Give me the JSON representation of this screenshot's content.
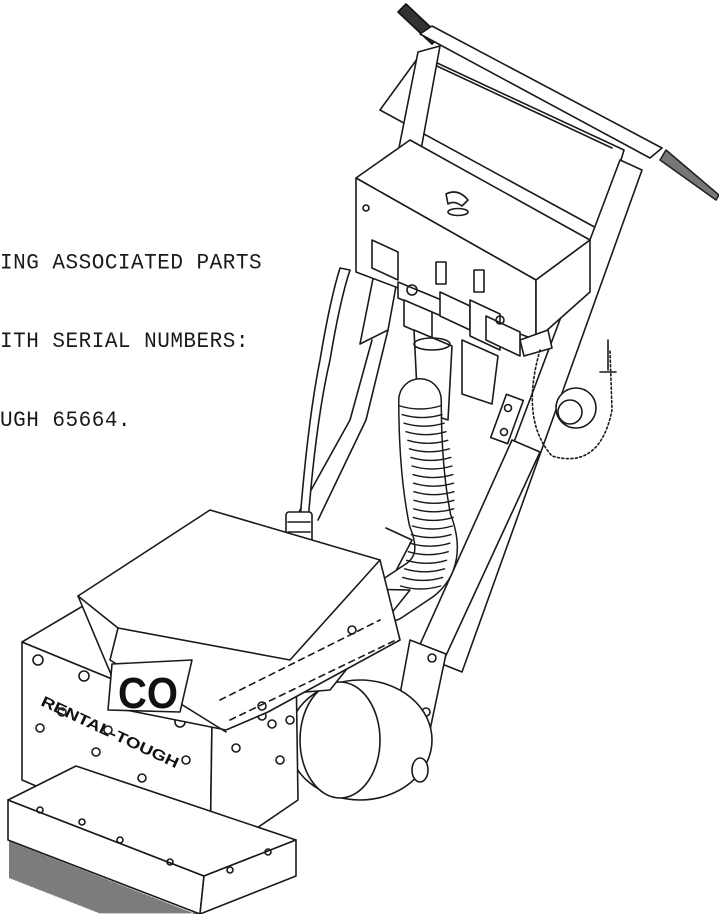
{
  "caption": {
    "lines": [
      "ING ASSOCIATED PARTS",
      "ITH SERIAL NUMBERS:",
      "UGH 65664."
    ]
  },
  "machine": {
    "side_label": "RENTAL-TOUGH",
    "cover_label": "CO"
  }
}
